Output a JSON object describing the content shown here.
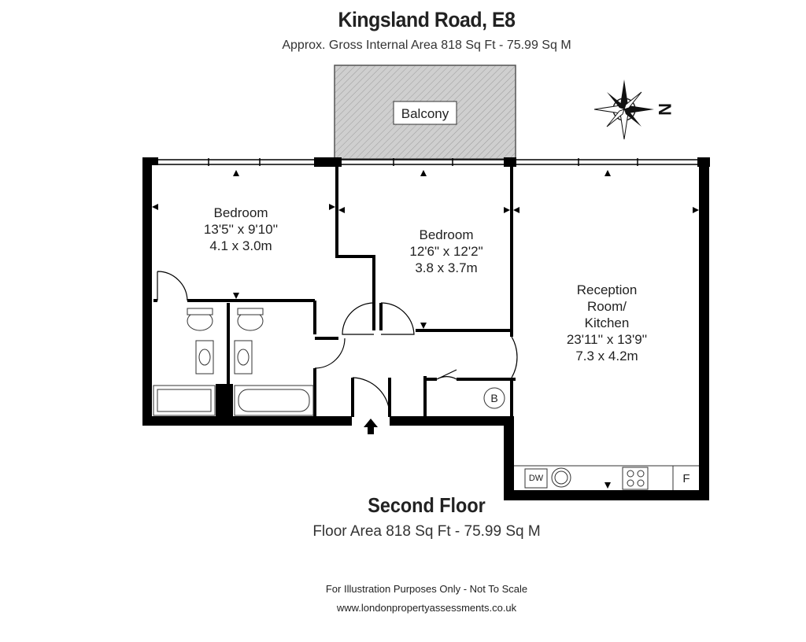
{
  "header": {
    "title": "Kingsland Road, E8",
    "subtitle": "Approx. Gross Internal Area 818 Sq Ft - 75.99 Sq M"
  },
  "rooms": {
    "balcony": "Balcony",
    "bedroom1": {
      "name": "Bedroom",
      "imperial": "13'5'' x 9'10''",
      "metric": "4.1 x 3.0m"
    },
    "bedroom2": {
      "name": "Bedroom",
      "imperial": "12'6\" x 12'2\"",
      "metric": "3.8 x 3.7m"
    },
    "reception": {
      "name_line1": "Reception",
      "name_line2": "Room/",
      "name_line3": "Kitchen",
      "imperial": "23'11'' x 13'9''",
      "metric": "7.3 x 4.2m"
    }
  },
  "fixtures": {
    "dishwasher": "DW",
    "fridge": "F",
    "boiler": "B"
  },
  "compass": {
    "north": "N"
  },
  "footer": {
    "floor_name": "Second Floor",
    "floor_area": "Floor Area 818 Sq Ft - 75.99 Sq M",
    "disclaimer": "For Illustration Purposes Only - Not To Scale",
    "website": "www.londonpropertyassessments.co.uk"
  },
  "colors": {
    "wall": "#000000",
    "balcony_fill": "#c8c8c8",
    "text": "#222222"
  }
}
